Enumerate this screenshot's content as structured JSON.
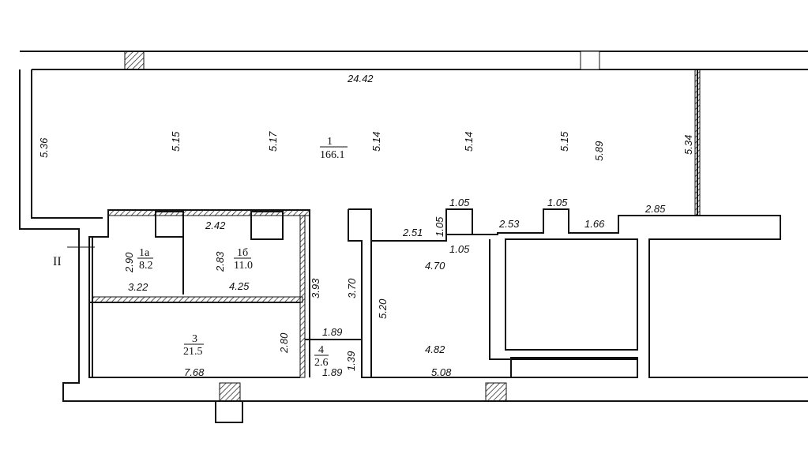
{
  "axis_label": "II",
  "rooms": {
    "r1": {
      "num": "1",
      "area": "166.1"
    },
    "r1a": {
      "num": "1a",
      "area": "8.2"
    },
    "r1b": {
      "num": "1б",
      "area": "11.0"
    },
    "r3": {
      "num": "3",
      "area": "21.5"
    },
    "r4": {
      "num": "4",
      "area": "2.6"
    }
  },
  "dims": {
    "top_length": "24.42",
    "left_height": "5.36",
    "gridline_1": "5.15",
    "gridline_2": "5.17",
    "gridline_3": "5.14",
    "gridline_4": "5.14",
    "gridline_5": "5.15",
    "gridline_6": "5.89",
    "right_height": "5.34",
    "r1a_height": "2.90",
    "r1a_width": "3.22",
    "r1b_height": "2.83",
    "r1b_width_top": "2.42",
    "r1b_width": "4.25",
    "partition_h": "3.93",
    "corridor_h": "3.70",
    "r3_height": "2.80",
    "r3_width": "7.68",
    "r4_width_top": "1.89",
    "r4_width_bottom": "1.89",
    "r4_height": "1.39",
    "hall_height": "5.20",
    "hall_inner": "2.51",
    "hall_depth": "4.70",
    "hall_width": "4.82",
    "hall_bottom": "5.08",
    "column_top": "1.05",
    "column_side": "1.05",
    "column_bottom": "1.05",
    "step_1": "2.53",
    "notch_width": "1.05",
    "step_2": "1.66",
    "step_3": "2.85"
  }
}
